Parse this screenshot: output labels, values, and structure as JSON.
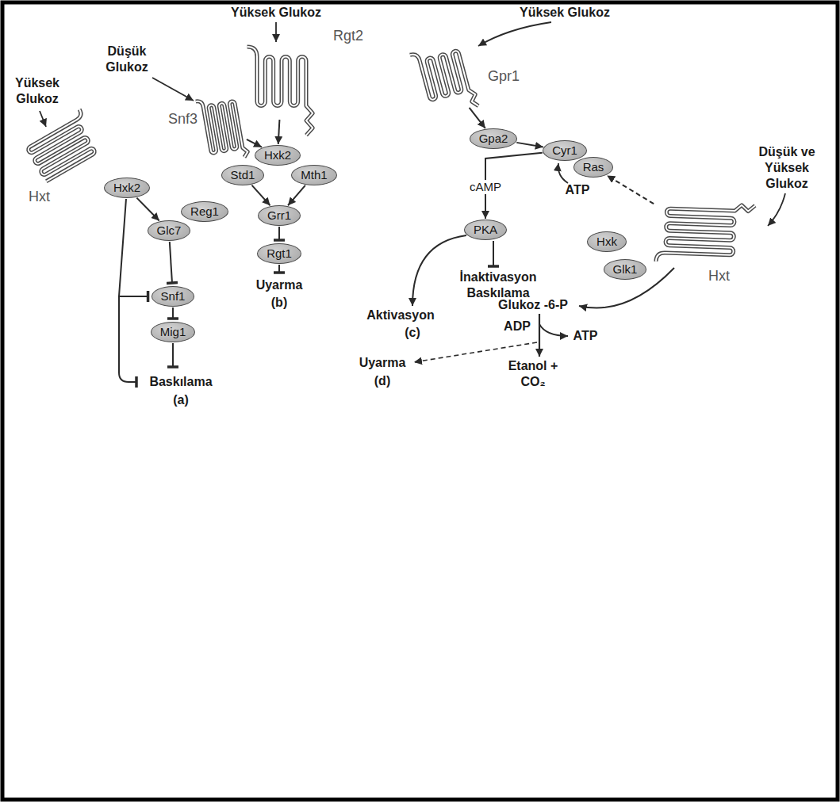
{
  "diagram": {
    "nodes": [
      {
        "text": [
          "Hxt"
        ]
      },
      {
        "text": [
          "Hxk2"
        ]
      },
      {
        "text": [
          "Reg1"
        ]
      },
      {
        "text": [
          "Glc7"
        ]
      },
      {
        "text": [
          "Snf1"
        ]
      },
      {
        "text": [
          "Mig1"
        ]
      },
      {
        "text": [
          "Snf3"
        ]
      },
      {
        "text": [
          "Rgt2"
        ]
      },
      {
        "text": [
          "Hxk2"
        ]
      },
      {
        "text": [
          "Std1"
        ]
      },
      {
        "text": [
          "Mth1"
        ]
      },
      {
        "text": [
          "Grr1"
        ]
      },
      {
        "text": [
          "Rgt1"
        ]
      },
      {
        "text": [
          "Gpr1"
        ]
      },
      {
        "text": [
          "Gpa2"
        ]
      },
      {
        "text": [
          "Cyr1"
        ]
      },
      {
        "text": [
          "Ras"
        ]
      },
      {
        "text": [
          "PKA"
        ]
      },
      {
        "text": [
          "Hxt"
        ]
      },
      {
        "text": [
          "Hxk"
        ]
      },
      {
        "text": [
          "Glk1"
        ]
      }
    ],
    "edges": [
      {
        "from": 1,
        "to": 3,
        "arrow": "to"
      },
      {
        "from": 3,
        "to": 4,
        "arrow": "to"
      },
      {
        "from": 1,
        "to": 4,
        "arrow": "to"
      },
      {
        "from": 4,
        "to": 5,
        "arrow": "to"
      },
      {
        "from": 6,
        "to": 8,
        "arrow": "to"
      },
      {
        "from": 7,
        "to": 8,
        "arrow": "to"
      },
      {
        "from": 9,
        "to": 11,
        "arrow": "to"
      },
      {
        "from": 10,
        "to": 11,
        "arrow": "to"
      },
      {
        "from": 11,
        "to": 12,
        "arrow": "to"
      },
      {
        "from": 13,
        "to": 14,
        "arrow": "to"
      },
      {
        "from": 14,
        "to": 15,
        "arrow": "to"
      },
      {
        "from": 15,
        "to": 17,
        "label": "cAMP",
        "arrow": "to"
      },
      {
        "from": 18,
        "to": 16,
        "arrow": "to"
      }
    ],
    "labels": [
      "Yüksek Glukoz",
      "Yüksek Glukoz",
      "Düşük Glukoz",
      "Yüksek Glukoz",
      "Düşük ve Yüksek Glukoz",
      "ATP",
      "İnaktivasyon Baskılama",
      "Uyarma",
      "(b)",
      "Glukoz -6-P",
      "Aktivasyon",
      "ADP",
      "ATP",
      "(c)",
      "Uyarma",
      "(d)",
      "Etanol + CO₂",
      "Baskılama",
      "(a)"
    ]
  }
}
